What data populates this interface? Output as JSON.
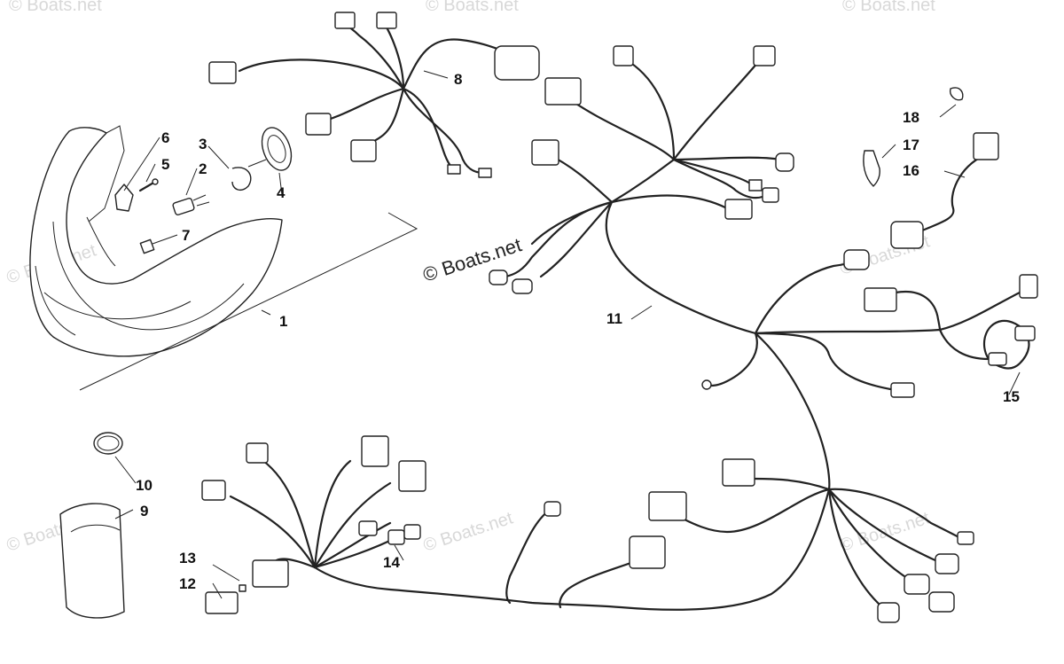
{
  "watermark": "© Boats.net",
  "copyright": "© Boats.net",
  "callouts": {
    "c1": "1",
    "c2": "2",
    "c3": "3",
    "c4": "4",
    "c5": "5",
    "c6": "6",
    "c7": "7",
    "c8": "8",
    "c9": "9",
    "c10": "10",
    "c11": "11",
    "c12": "12",
    "c13": "13",
    "c14": "14",
    "c15": "15",
    "c16": "16",
    "c17": "17",
    "c18": "18"
  }
}
